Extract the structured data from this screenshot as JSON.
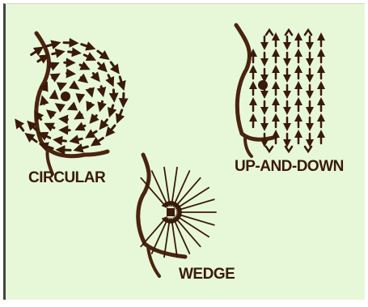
{
  "labels": {
    "circular": "CIRCULAR",
    "up_and_down": "UP-AND-DOWN",
    "wedge": "WEDGE"
  },
  "colors": {
    "background": "#e6f8d8",
    "ink": "#3a1a0a",
    "outline": "#4a2410"
  }
}
